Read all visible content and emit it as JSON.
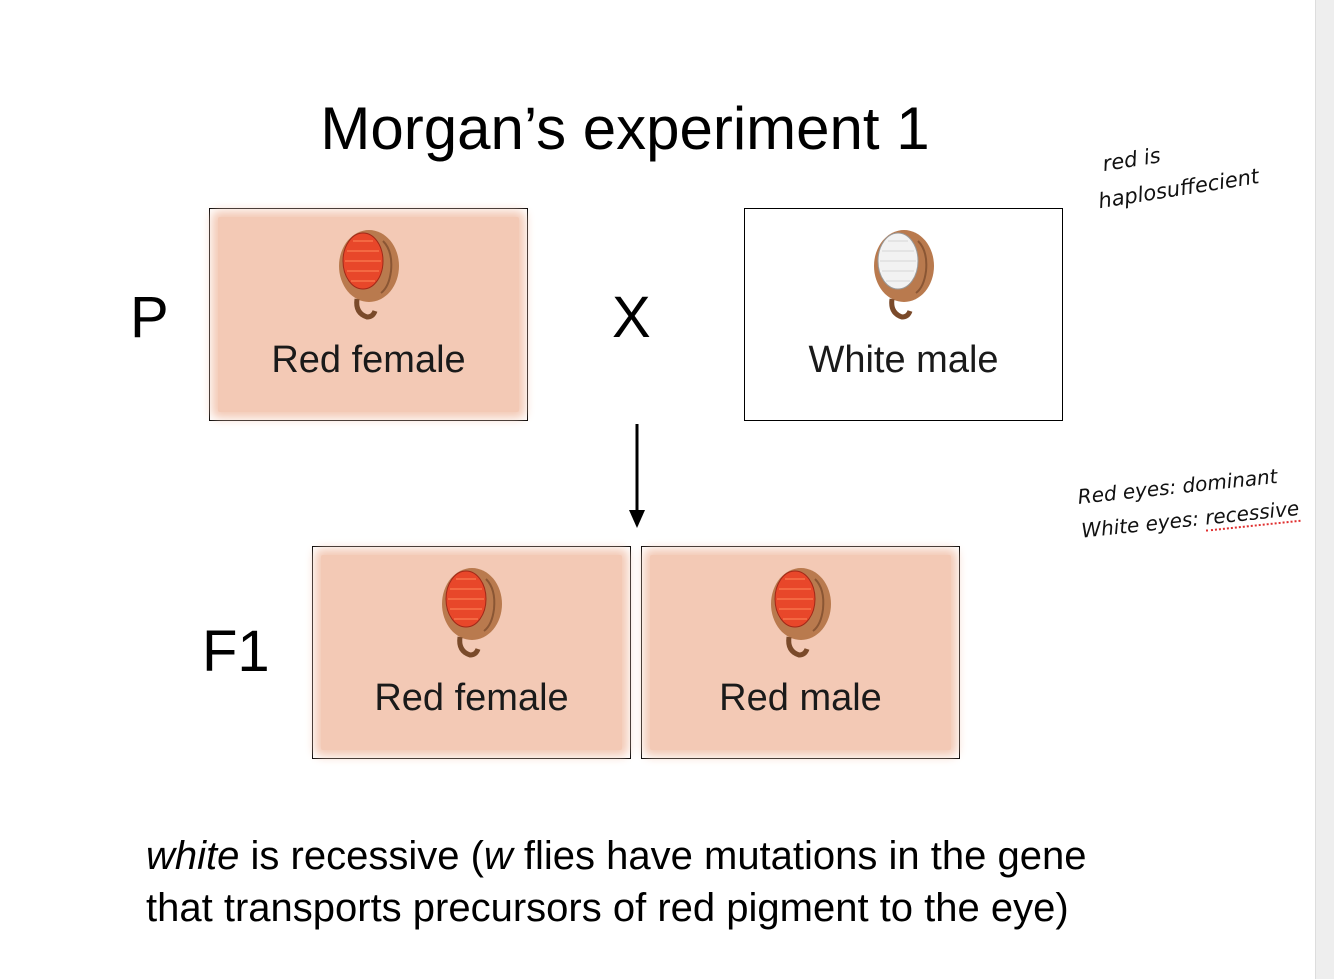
{
  "slide": {
    "title": "Morgan’s experiment 1",
    "generation_labels": {
      "parental": "P",
      "first_filial": "F1"
    },
    "cross_symbol": "X",
    "parents": [
      {
        "label": "Red female",
        "eye_color": "red",
        "background": "pink"
      },
      {
        "label": "White male",
        "eye_color": "white",
        "background": "white"
      }
    ],
    "offspring": [
      {
        "label": "Red female",
        "eye_color": "red",
        "background": "pink"
      },
      {
        "label": "Red male",
        "eye_color": "red",
        "background": "pink"
      }
    ],
    "caption": {
      "italic_word_1": "white",
      "part_1": " is recessive (",
      "italic_word_2": "w",
      "part_2": " flies have mutations in the gene",
      "line_2": "that transports precursors of red pigment to the eye)"
    }
  },
  "handwritten_notes": {
    "note_1_line_1": "red is",
    "note_1_line_2": "haplosuffecient",
    "note_2_line_1": "Red eyes: dominant",
    "note_2_line_2_prefix": "White eyes: ",
    "note_2_line_2_word": "recessive"
  },
  "colors": {
    "pink_background": "#f3c9b5",
    "red_eye": "#e8472a",
    "white_eye": "#f2f2f2",
    "fly_head": "#b97a4e",
    "spellcheck_underline": "#e03030"
  },
  "icons": {
    "fly_red": "fly-head-red-eye-icon",
    "fly_white": "fly-head-white-eye-icon",
    "arrow": "down-arrow-icon"
  }
}
